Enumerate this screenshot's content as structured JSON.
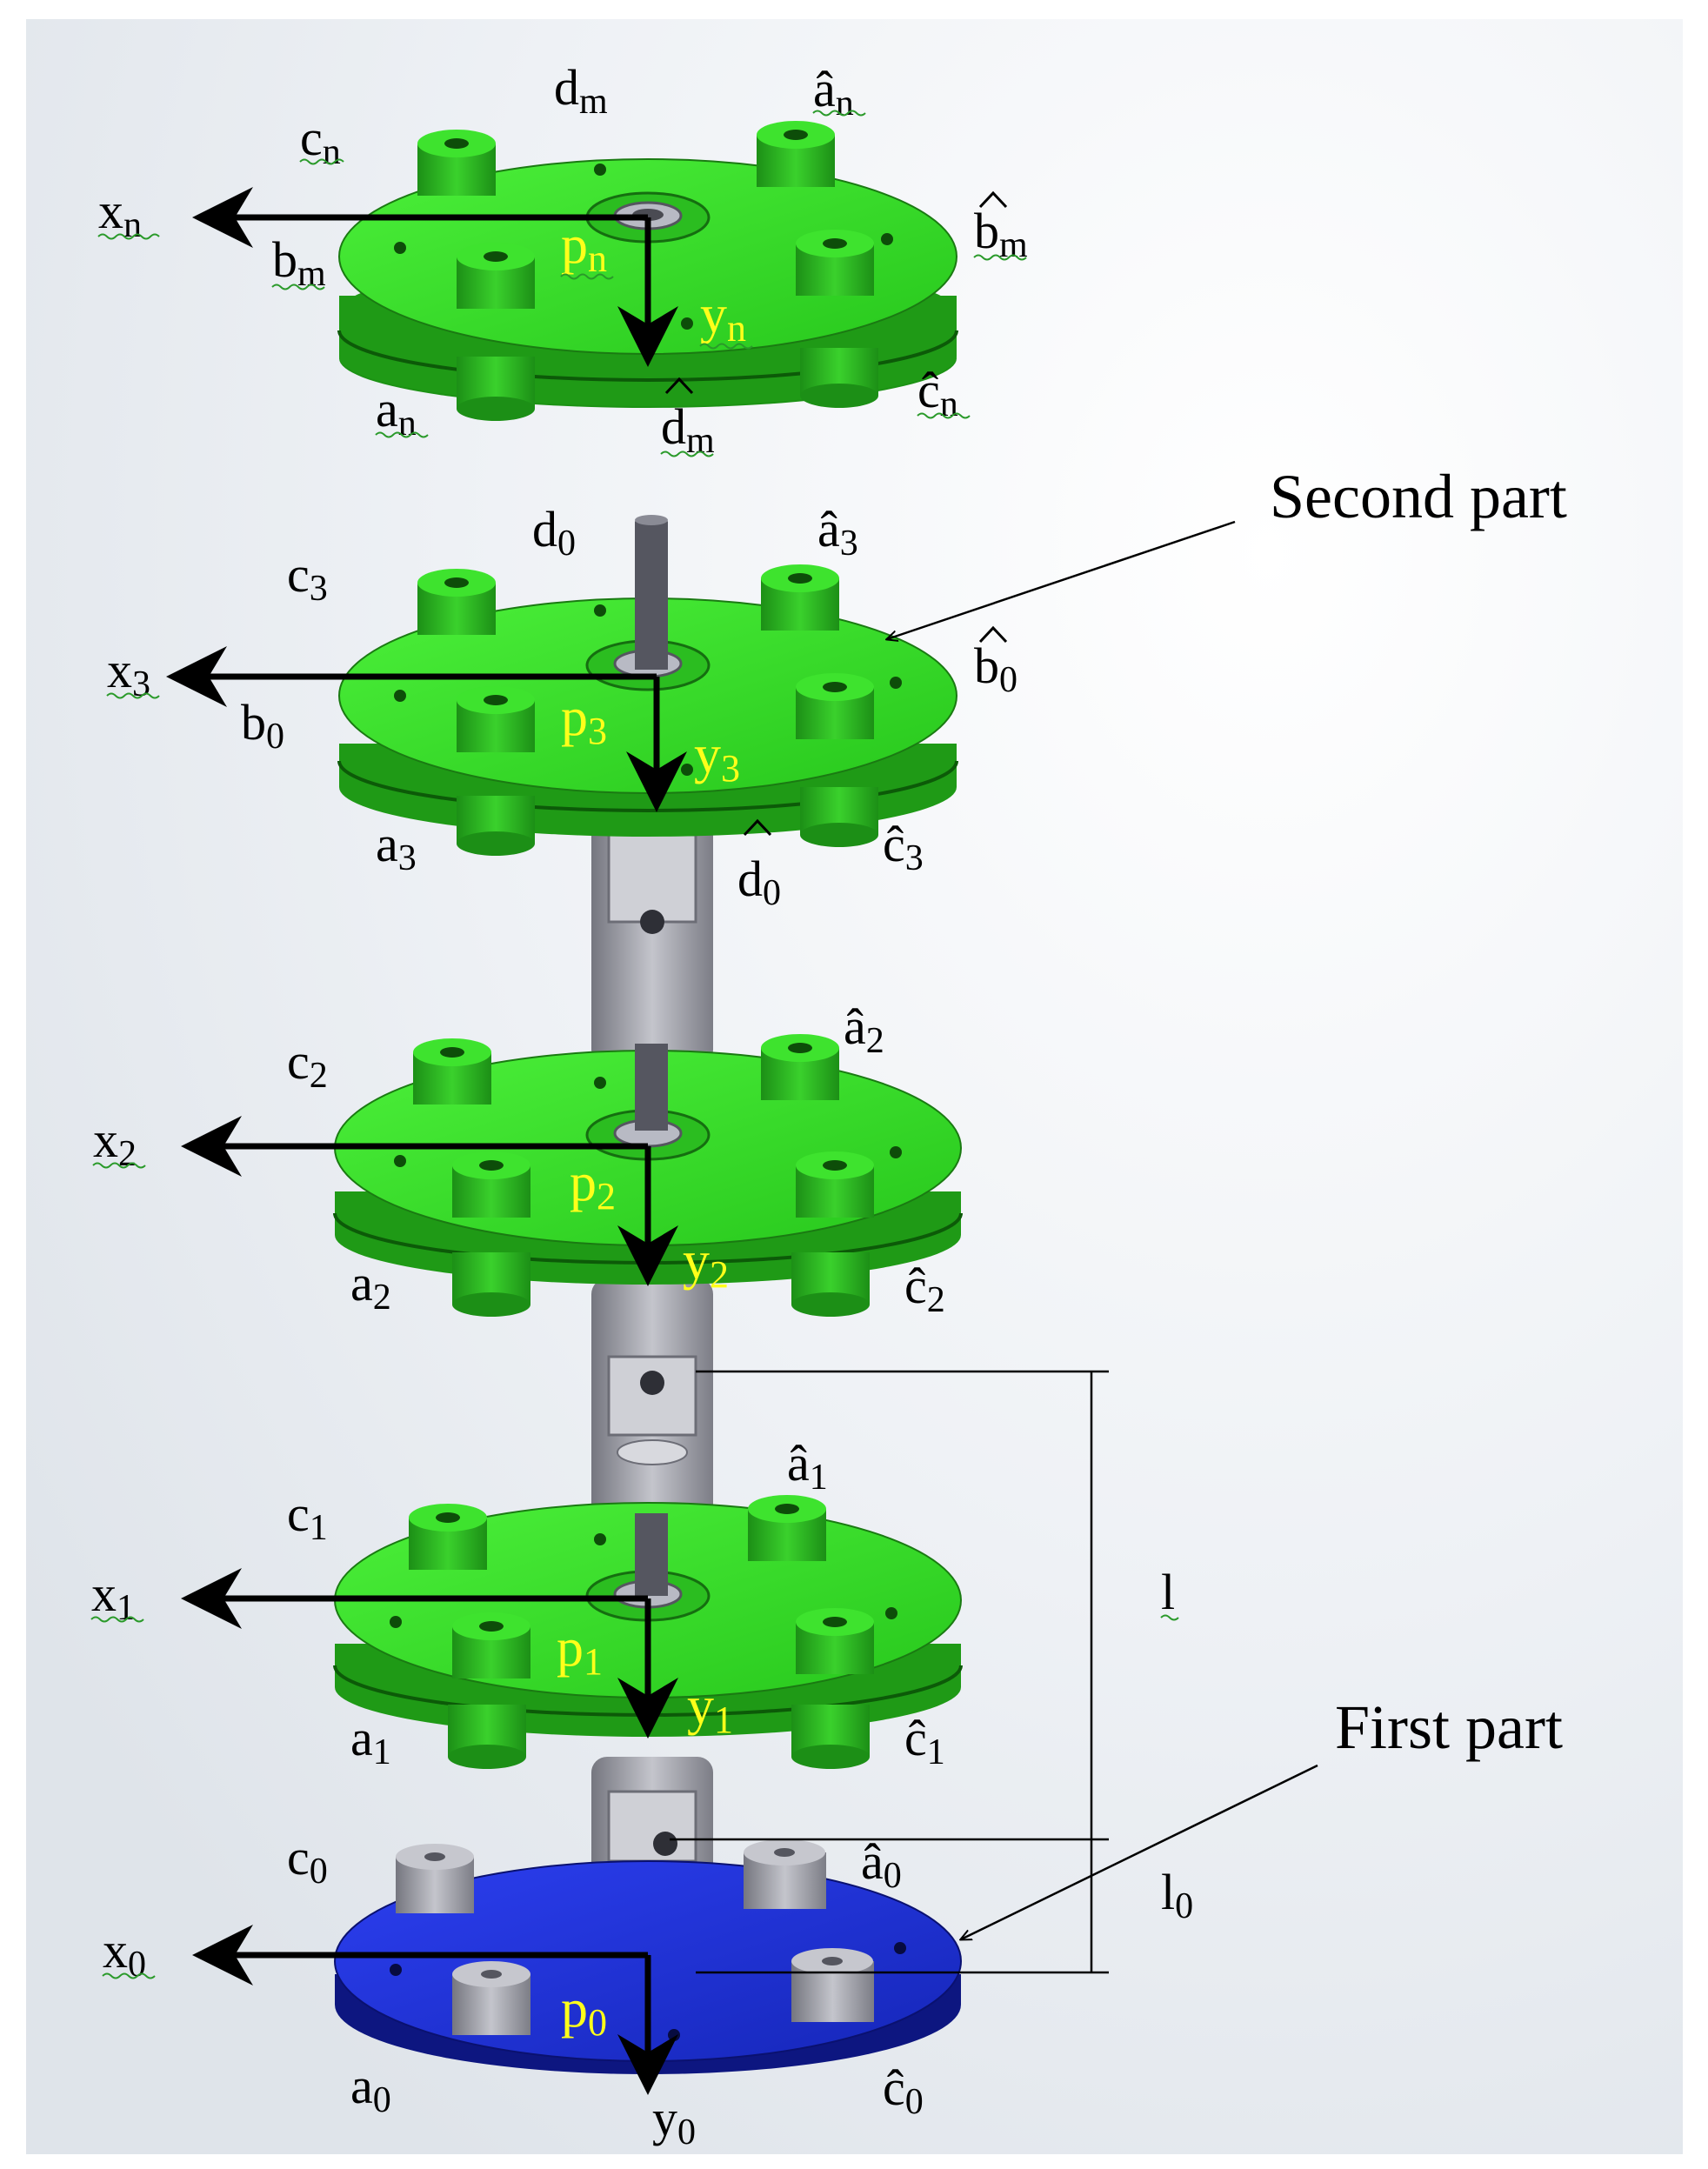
{
  "labels": {
    "c_n": "c",
    "c_n_sub": "n",
    "d_m": "d",
    "d_m_sub": "m",
    "a_n_hat": "â",
    "a_n_hat_sub": "n",
    "x_n": "x",
    "x_n_sub": "n",
    "p_n": "p",
    "p_n_sub": "n",
    "b_m_hat": "b",
    "b_m_hat_sub": "m",
    "b_m": "b",
    "b_m_sub": "m",
    "y_n": "y",
    "y_n_sub": "n",
    "a_n": "a",
    "a_n_sub": "n",
    "d_m_hat": "d",
    "d_m_hat_sub": "m",
    "c_n_hat": "ĉ",
    "c_n_hat_sub": "n",
    "d_0": "d",
    "d_0_sub": "0",
    "a_3_hat": "â",
    "a_3_hat_sub": "3",
    "c_3": "c",
    "c_3_sub": "3",
    "x_3": "x",
    "x_3_sub": "3",
    "b_0_hat": "b",
    "b_0_hat_sub": "0",
    "b_0": "b",
    "b_0_sub": "0",
    "p_3": "p",
    "p_3_sub": "3",
    "y_3": "y",
    "y_3_sub": "3",
    "a_3": "a",
    "a_3_sub": "3",
    "d_0_hat": "d",
    "d_0_hat_sub": "0",
    "c_3_hat": "ĉ",
    "c_3_hat_sub": "3",
    "a_2_hat": "â",
    "a_2_hat_sub": "2",
    "c_2": "c",
    "c_2_sub": "2",
    "x_2": "x",
    "x_2_sub": "2",
    "p_2": "p",
    "p_2_sub": "2",
    "a_2": "a",
    "a_2_sub": "2",
    "y_2": "y",
    "y_2_sub": "2",
    "c_2_hat": "ĉ",
    "c_2_hat_sub": "2",
    "a_1_hat": "â",
    "a_1_hat_sub": "1",
    "c_1": "c",
    "c_1_sub": "1",
    "x_1": "x",
    "x_1_sub": "1",
    "p_1": "p",
    "p_1_sub": "1",
    "y_1": "y",
    "y_1_sub": "1",
    "a_1": "a",
    "a_1_sub": "1",
    "c_1_hat": "ĉ",
    "c_1_hat_sub": "1",
    "c_0": "c",
    "c_0_sub": "0",
    "a_0_hat": "â",
    "a_0_hat_sub": "0",
    "x_0": "x",
    "x_0_sub": "0",
    "p_0": "p",
    "p_0_sub": "0",
    "a_0": "a",
    "a_0_sub": "0",
    "y_0": "y",
    "y_0_sub": "0",
    "c_0_hat": "ĉ",
    "c_0_hat_sub": "0",
    "l": "l",
    "l_0": "l",
    "l_0_sub": "0"
  },
  "callouts": {
    "second_part": "Second part",
    "first_part": "First part"
  },
  "colors": {
    "green_disc": "#33dd22",
    "green_side": "#1f9a16",
    "green_cyl": "#2fb82a",
    "blue_disc": "#1e2fd0",
    "blue_side": "#0d1680",
    "gray": "#9a9ba6",
    "axis_label": "#ffff1a"
  }
}
